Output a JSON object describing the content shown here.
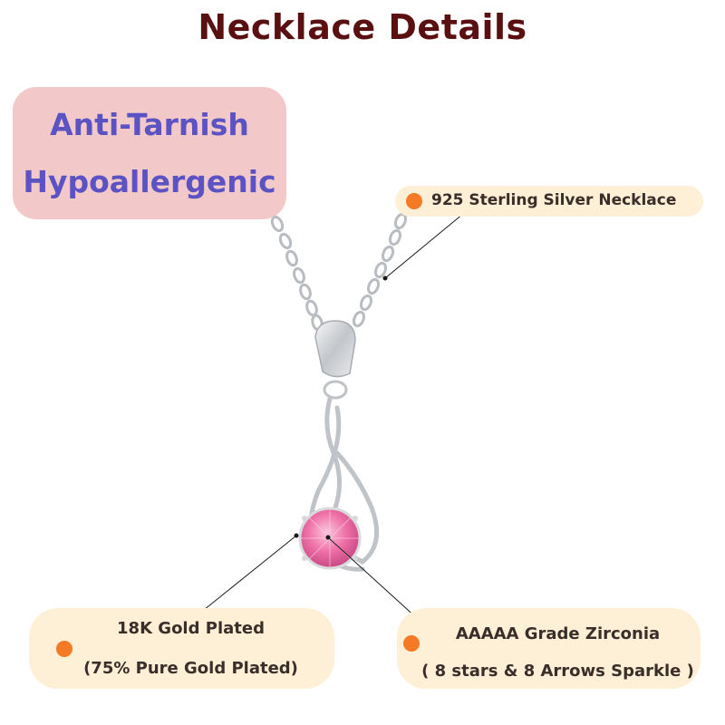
{
  "title": "Necklace Details",
  "badge": {
    "line1": "Anti-Tarnish",
    "line2": "Hypoallergenic"
  },
  "callouts": {
    "chain": "925 Sterling Silver Necklace",
    "gold_line1": "18K Gold Plated",
    "gold_line2": "(75% Pure Gold Plated)",
    "zirconia_line1": "AAAAA Grade Zirconia",
    "zirconia_line2": "( 8 stars & 8 Arrows Sparkle )"
  },
  "colors": {
    "title": "#5a1010",
    "badge_bg": "#f2c9c8",
    "badge_text": "#5b52c4",
    "pill_bg": "#fdf0d7",
    "dot": "#f57a26",
    "silver": "#c8cacd",
    "gem": "#f06fa6"
  }
}
